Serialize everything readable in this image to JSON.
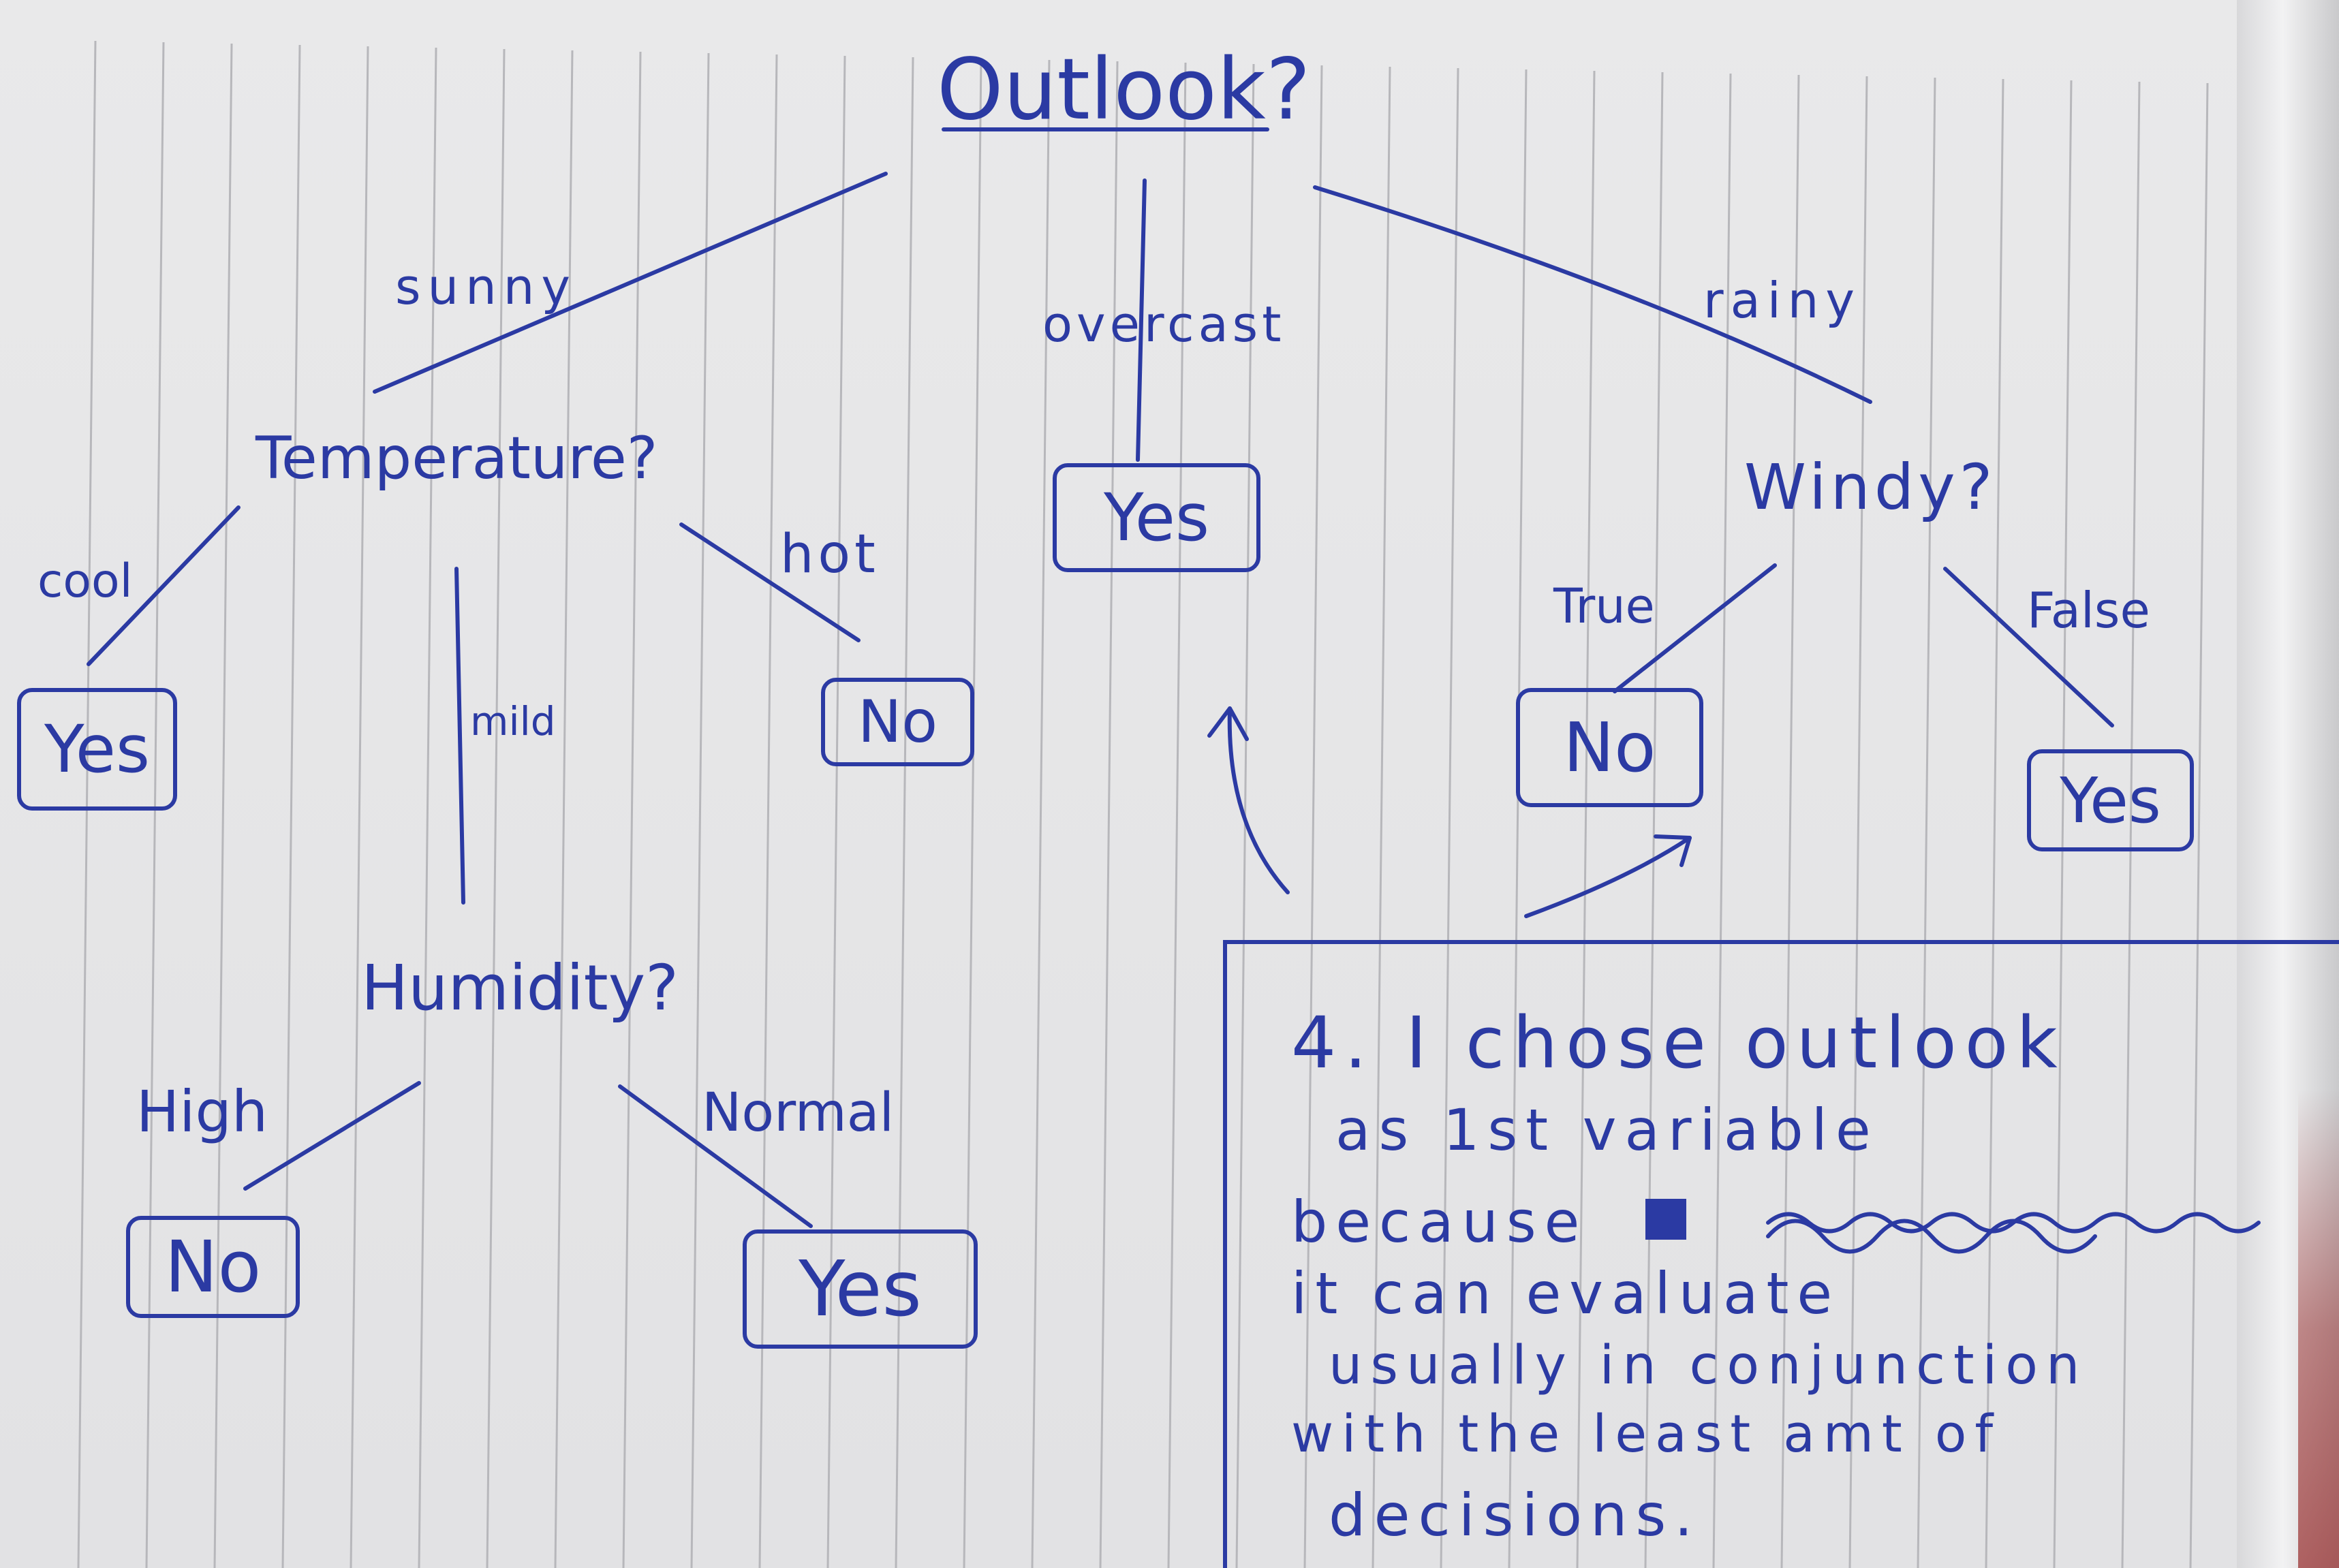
{
  "diagram": {
    "root": "Outlook?",
    "branches": {
      "sunny": "sunny",
      "overcast": "overcast",
      "rainy": "rainy",
      "cool": "cool",
      "mild": "mild",
      "hot": "hot",
      "high": "High",
      "normal": "Normal",
      "true": "True",
      "false": "False"
    },
    "nodes": {
      "temperature": "Temperature?",
      "humidity": "Humidity?",
      "windy": "Windy?"
    },
    "leaves": {
      "overcast": "Yes",
      "cool": "Yes",
      "hot": "No",
      "high": "No",
      "normal": "Yes",
      "true": "No",
      "false": "Yes"
    }
  },
  "note": {
    "lines": [
      "4. I chose outlook",
      "as 1st variable",
      "because",
      "it can evaluate",
      "usually in conjunction",
      "with the least amt of",
      "decisions."
    ]
  },
  "colors": {
    "ink": "#2b3aa3",
    "paper": "#e6e6e7",
    "rule": "#b7b7bb"
  }
}
